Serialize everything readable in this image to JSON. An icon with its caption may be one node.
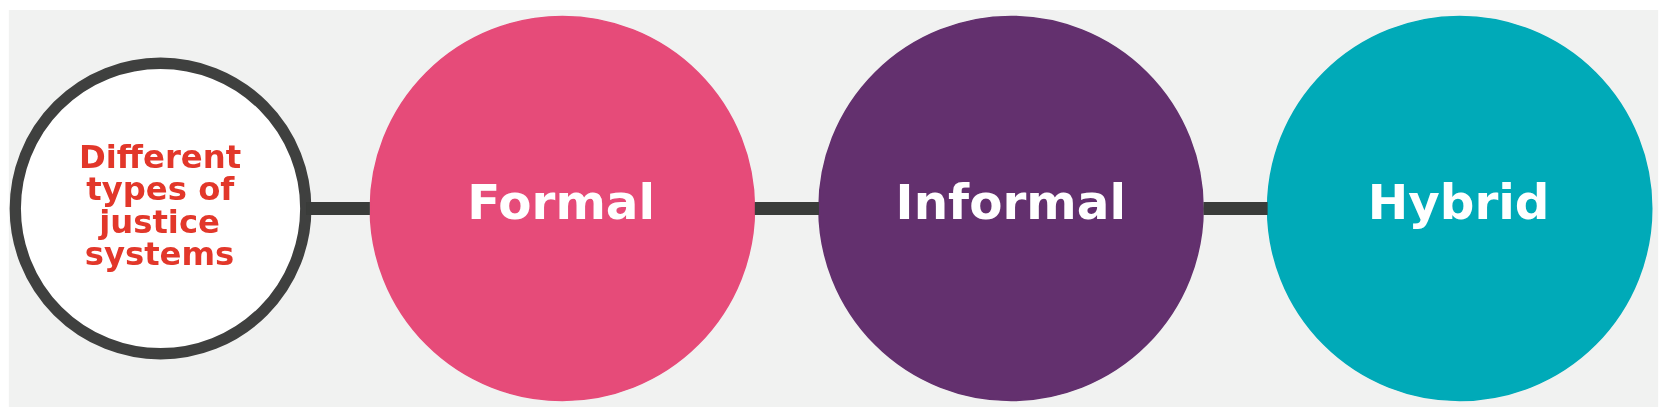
{
  "diagram": {
    "nodes": [
      {
        "text": [
          "Different types of justice systems"
        ]
      },
      {
        "text": [
          "Formal"
        ]
      },
      {
        "text": [
          "Informal"
        ]
      },
      {
        "text": [
          "Hybrid"
        ]
      }
    ],
    "edges": [
      {
        "from": 0,
        "to": 1,
        "arrow": "none"
      },
      {
        "from": 1,
        "to": 2,
        "arrow": "none"
      },
      {
        "from": 2,
        "to": 3,
        "arrow": "none"
      }
    ]
  }
}
